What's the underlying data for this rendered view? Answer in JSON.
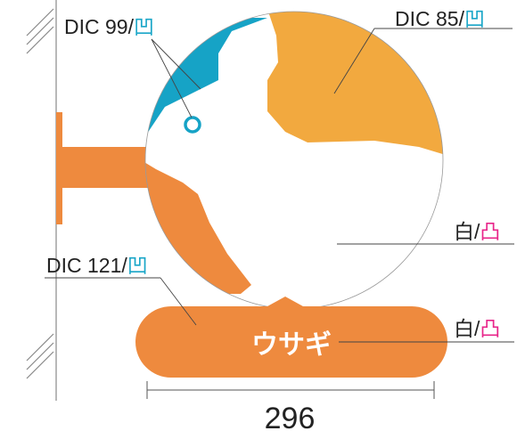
{
  "labels": {
    "dic99": "DIC 99/",
    "dic99_mark": "凹",
    "dic85": "DIC 85/",
    "dic85_mark": "凹",
    "dic121": "DIC 121/",
    "dic121_mark": "凹",
    "white_circle": "白/",
    "white_circle_mark": "凸",
    "white_text": "白/",
    "white_text_mark": "凸"
  },
  "plate_text": "ウサギ",
  "dimension": "296",
  "colors": {
    "blue": "#16a3c6",
    "orange_light": "#f2a93f",
    "orange": "#ee8a3e",
    "mark_blue": "#1aa6c8",
    "mark_pink": "#e8258a"
  }
}
